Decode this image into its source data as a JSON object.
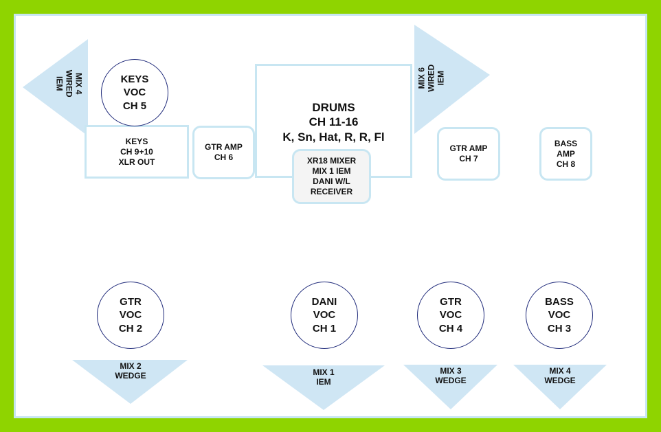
{
  "colors": {
    "background": "#8fd400",
    "outline": "#c8e6f2",
    "triangle_fill": "#cfe6f4",
    "circle_stroke": "#1f2a7a"
  },
  "drums": {
    "line1": "DRUMS",
    "line2": "CH 11-16",
    "line3": "K, Sn, Hat, R, R, Fl"
  },
  "xr18": "XR18 MIXER\nMIX 1 IEM\nDANI W/L\nRECEIVER",
  "keys_box": "KEYS\nCH 9+10\nXLR OUT",
  "gtr_amp_6": "GTR AMP\nCH 6",
  "gtr_amp_7": "GTR AMP\nCH 7",
  "bass_amp": "BASS\nAMP\nCH 8",
  "vocals": {
    "keys": "KEYS\nVOC\nCH 5",
    "gtr2": "GTR\nVOC\nCH 2",
    "dani": "DANI\nVOC\nCH 1",
    "gtr4": "GTR\nVOC\nCH 4",
    "bass": "BASS\nVOC\nCH 3"
  },
  "monitors": {
    "left_iem": "MIX 4\nWIRED\nIEM",
    "right_iem": "MIX 6\nWIRED\nIEM",
    "mix2": "MIX 2\nWEDGE",
    "mix1": "MIX 1\nIEM",
    "mix3": "MIX 3\nWEDGE",
    "mix4": "MIX 4\nWEDGE"
  }
}
